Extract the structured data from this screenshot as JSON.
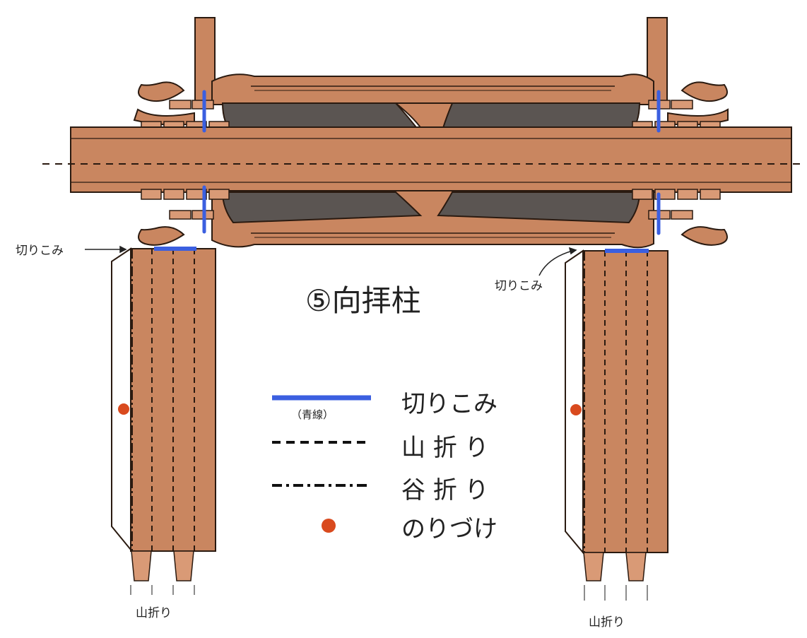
{
  "title": "⑤向拝柱",
  "callouts": {
    "cut_left": "切りこみ",
    "cut_right": "切りこみ",
    "mountain_left": "山折り",
    "mountain_right": "山折り"
  },
  "legend": [
    {
      "key": "cut",
      "label": "切りこみ",
      "sub": "（青線）",
      "color": "#3b5fe0"
    },
    {
      "key": "mountain",
      "label": "山 折 り"
    },
    {
      "key": "valley",
      "label": "谷 折 り"
    },
    {
      "key": "glue",
      "label": "のりづけ",
      "color": "#d94a1e"
    }
  ],
  "colors": {
    "wood": "#c98660",
    "wood_light": "#d99a76",
    "outline": "#2a1a10",
    "shadow_panel": "#5b5552",
    "cut_line": "#3b5fe0",
    "glue_dot": "#d94a1e"
  }
}
